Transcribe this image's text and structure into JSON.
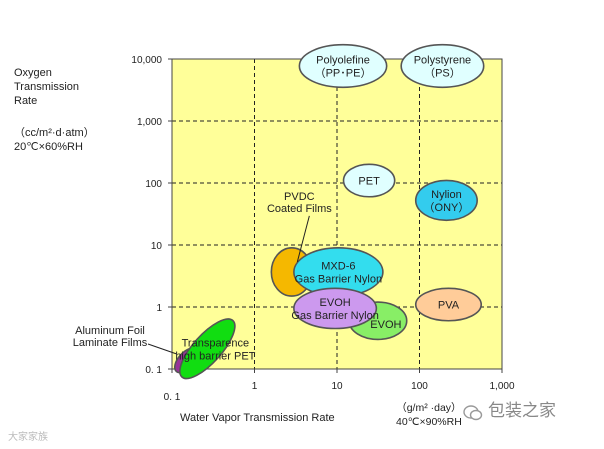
{
  "chart_data": {
    "type": "scatter",
    "ylabel": [
      "Oxygen",
      "Transmission",
      "Rate"
    ],
    "yunits": [
      "（cc/m²·d·atm）",
      "20℃×60%RH"
    ],
    "xlabel": "Water Vapor Transmission Rate",
    "xunits": [
      "（g/m² ·day）",
      "40℃×90%RH"
    ],
    "x_scale": "log",
    "y_scale": "log",
    "xlim": [
      0.1,
      1000
    ],
    "ylim": [
      0.1,
      10000
    ],
    "x_ticks": [
      {
        "value": 0.1,
        "label": "0. 1"
      },
      {
        "value": 1,
        "label": "1"
      },
      {
        "value": 10,
        "label": "10"
      },
      {
        "value": 100,
        "label": "100"
      },
      {
        "value": 1000,
        "label": "1,000"
      }
    ],
    "y_ticks": [
      {
        "value": 0.1,
        "label": "0. 1"
      },
      {
        "value": 1,
        "label": "1"
      },
      {
        "value": 10,
        "label": "10"
      },
      {
        "value": 100,
        "label": "100"
      },
      {
        "value": 1000,
        "label": "1,000"
      },
      {
        "value": 10000,
        "label": "10,000"
      }
    ],
    "grid": true,
    "plot_background": "#ffff99",
    "regions": [
      {
        "name": "Polyolefine (PP·PE)",
        "labels": [
          "Polyolefine",
          "（PP･PE）"
        ],
        "x_range": [
          3.5,
          40
        ],
        "y_range": [
          3500,
          17000
        ],
        "color": "#e0ffff"
      },
      {
        "name": "Polystyrene (PS)",
        "labels": [
          "Polystyrene",
          "（PS）"
        ],
        "x_range": [
          60,
          600
        ],
        "y_range": [
          3500,
          17000
        ],
        "color": "#e0ffff"
      },
      {
        "name": "PET",
        "labels": [
          "PET"
        ],
        "x_range": [
          12,
          50
        ],
        "y_range": [
          60,
          200
        ],
        "color": "#e0ffff"
      },
      {
        "name": "Nylion (ONY)",
        "labels": [
          "Nylion",
          "（ONY）"
        ],
        "x_range": [
          90,
          500
        ],
        "y_range": [
          25,
          110
        ],
        "color": "#33ccee"
      },
      {
        "name": "PVDC Coated Films",
        "labels": [],
        "x_range": [
          1.6,
          5
        ],
        "y_range": [
          1.5,
          9
        ],
        "color": "#f5b800",
        "annotation": [
          "PVDC",
          "Coated Films"
        ]
      },
      {
        "name": "MXD-6 Gas Barrier Nylon",
        "labels": [
          "MXD-6",
          "Gas Barrier Nylon"
        ],
        "x_range": [
          3,
          36
        ],
        "y_range": [
          1.5,
          9
        ],
        "color": "#33ddee"
      },
      {
        "name": "PVA",
        "labels": [
          "PVA"
        ],
        "x_range": [
          90,
          560
        ],
        "y_range": [
          0.6,
          2
        ],
        "color": "#ffcc99"
      },
      {
        "name": "EVOH (light)",
        "labels": [
          "EVOH"
        ],
        "x_range": [
          14,
          70
        ],
        "y_range": [
          0.3,
          1.2
        ],
        "color": "#88ee66"
      },
      {
        "name": "EVOH Gas Barrier Nylon",
        "labels": [
          "EVOH",
          "Gas Barrier Nylon"
        ],
        "x_range": [
          3,
          30
        ],
        "y_range": [
          0.45,
          2
        ],
        "color": "#cc99ee"
      },
      {
        "name": "Aluminum Foil Laminate Films",
        "labels": [],
        "x_range": [
          0.1,
          0.25
        ],
        "y_range": [
          0.1,
          0.22
        ],
        "color": "#993399",
        "annotation": [
          "Aluminum Foil",
          "Laminate  Films"
        ]
      },
      {
        "name": "Transparence high barrier PET",
        "labels": [
          "Transparence",
          "high barrier PET"
        ],
        "x_range": [
          0.12,
          0.6
        ],
        "y_range": [
          0.09,
          0.5
        ],
        "color": "#11dd11"
      }
    ]
  },
  "watermark_left": "大家家族",
  "watermark_right": "包装之家"
}
